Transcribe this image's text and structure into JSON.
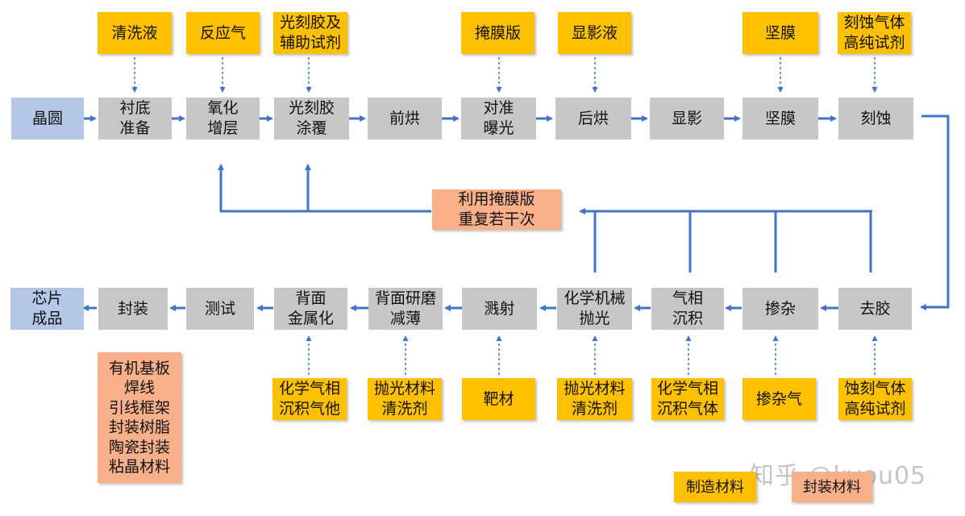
{
  "colors": {
    "process": "#c7c7c7",
    "manufacturing_material": "#ffc000",
    "packaging_material": "#f7b08a",
    "start_end": "#b4c7e7",
    "arrow": "#4472c4"
  },
  "row1": {
    "wafer": "晶圆",
    "steps": [
      "衬底\n准备",
      "氧化\n增层",
      "光刻胶\n涂覆",
      "前烘",
      "对准\n曝光",
      "后烘",
      "显影",
      "坚膜",
      "刻蚀"
    ],
    "materials": [
      "清洗液",
      "反应气",
      "光刻胶及\n辅助试剂",
      "掩膜版",
      "显影液",
      "坚膜",
      "刻蚀气体\n高纯试剂"
    ]
  },
  "loop_label": "利用掩膜版\n重复若干次",
  "row2": {
    "steps": [
      "去胶",
      "掺杂",
      "气相\n沉积",
      "化学机械\n抛光",
      "溅射",
      "背面研磨\n减薄",
      "背面\n金属化",
      "测试",
      "封装"
    ],
    "product": "芯片\n成品",
    "materials": [
      "蚀刻气体\n高纯试剂",
      "掺杂气",
      "化学气相\n沉积气体",
      "抛光材料\n清洗剂",
      "靶材",
      "抛光材料\n清洗剂",
      "化学气相\n沉积气他"
    ]
  },
  "packaging_materials": "有机基板\n焊线\n引线框架\n封装树脂\n陶瓷封装\n粘晶材料",
  "legend": {
    "manufacturing": "制造材料",
    "packaging": "封装材料"
  },
  "watermark": "知乎 @kyou05"
}
